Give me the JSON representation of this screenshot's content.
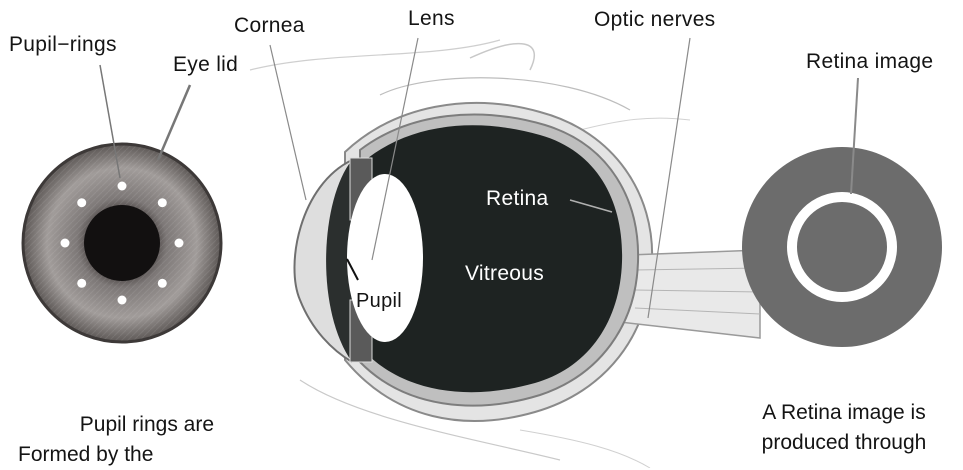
{
  "labels": {
    "pupil_rings": "Pupil−rings",
    "eye_lid": "Eye lid",
    "cornea": "Cornea",
    "lens": "Lens",
    "optic_nerves": "Optic nerves",
    "retina_image": "Retina image",
    "retina": "Retina",
    "vitreous": "Vitreous",
    "pupil": "Pupil"
  },
  "captions": {
    "left_line1": "Pupil rings are",
    "left_line2": "Formed   by  the",
    "right_line1": "A Retina image is",
    "right_line2": "produced  through"
  },
  "colors": {
    "vitreous": "#1e2322",
    "retina_disc": "#6c6c6c",
    "ring": "#ffffff",
    "pupil": "#121010"
  },
  "pupil_ring_dots": 8
}
